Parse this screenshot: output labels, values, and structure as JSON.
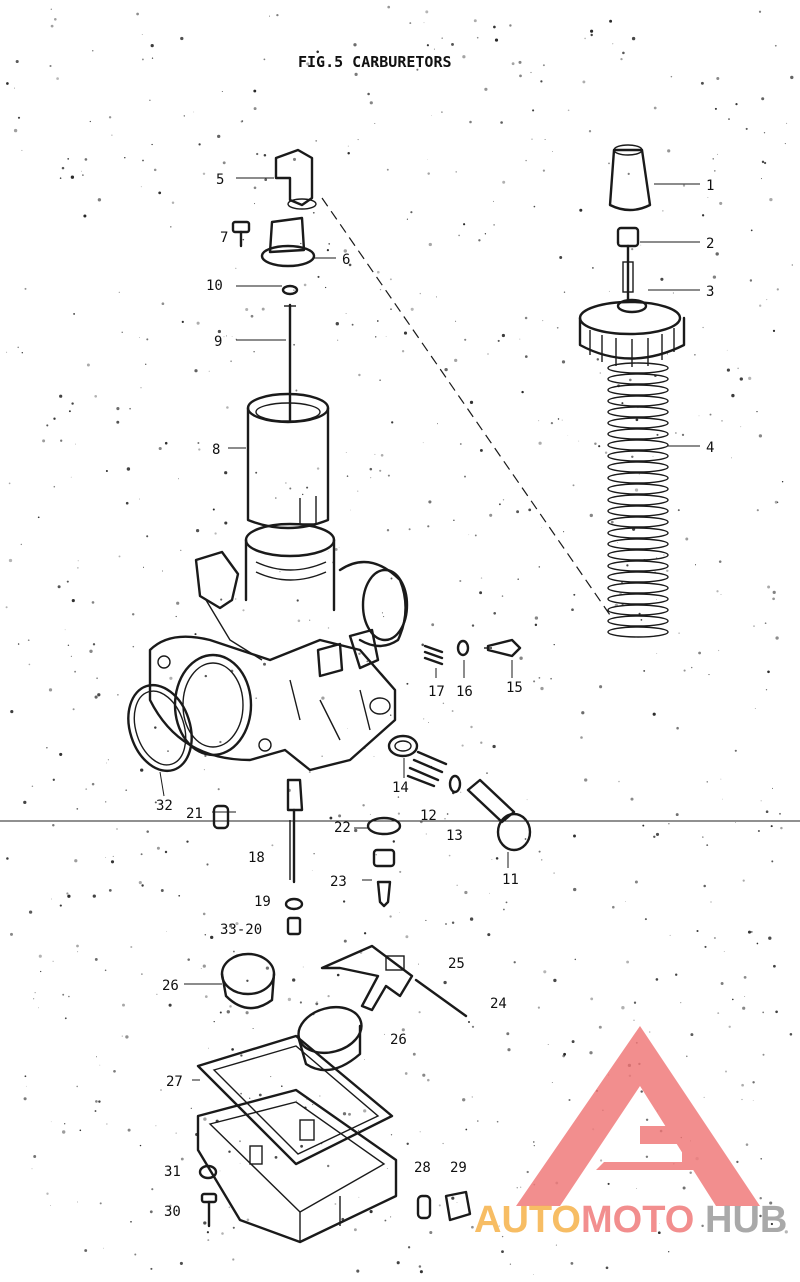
{
  "diagram": {
    "title": "FIG.5 CARBURETORS",
    "callouts": [
      "1",
      "2",
      "3",
      "4",
      "5",
      "6",
      "7",
      "8",
      "9",
      "10",
      "11",
      "12",
      "13",
      "14",
      "15",
      "16",
      "17",
      "18",
      "19",
      "33-20",
      "21",
      "22",
      "23",
      "24",
      "25",
      "26",
      "26",
      "27",
      "28",
      "29",
      "30",
      "31",
      "32"
    ]
  },
  "watermark": {
    "brand_part1": "AUTO",
    "brand_part2": "MOTO",
    "brand_part3": "HUB",
    "color_primary": "#f07b7b",
    "color_secondary": "#f6b24a",
    "color_dark": "#9b9b9b"
  }
}
